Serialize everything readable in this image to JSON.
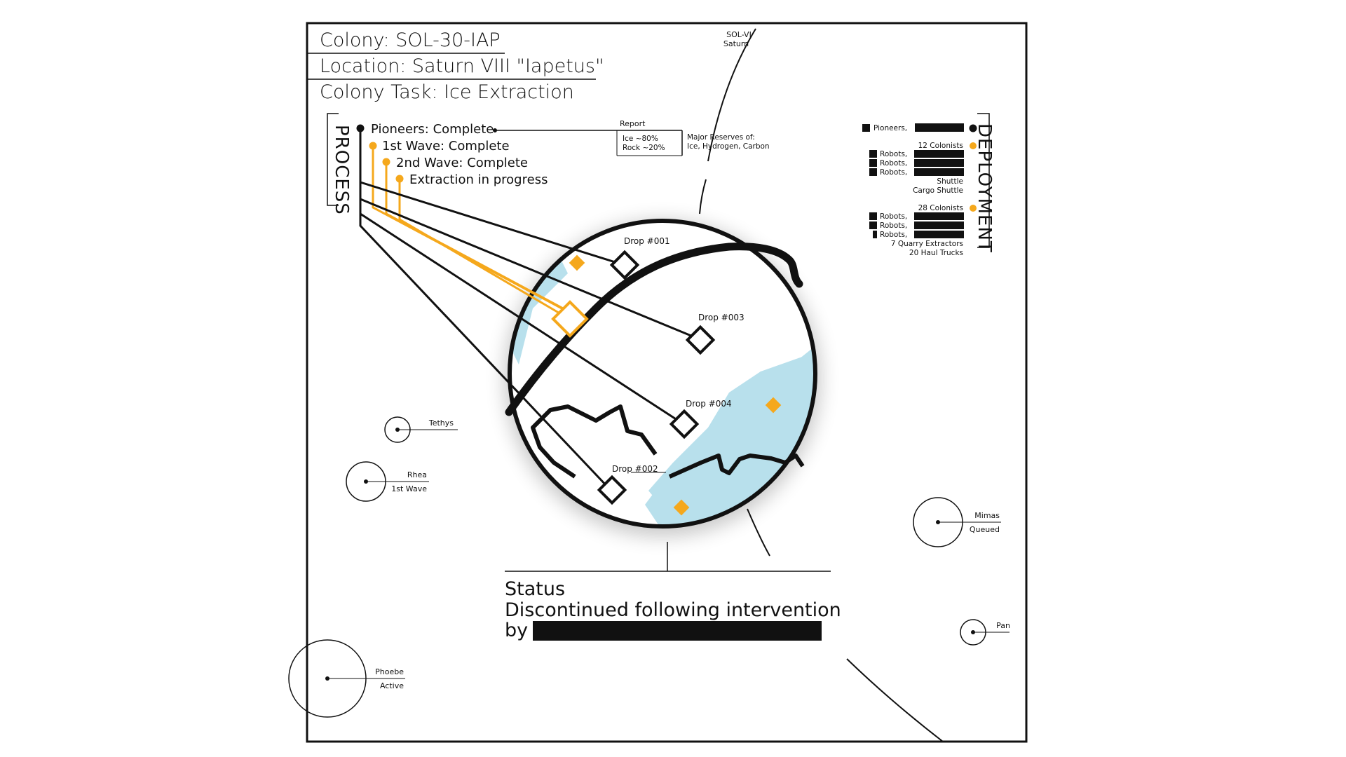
{
  "colors": {
    "accent": "#f5a81c",
    "ice": "#b8e0ec",
    "ink": "#111111",
    "background": "#ffffff"
  },
  "header": {
    "colony": "Colony: SOL-30-IAP",
    "location": "Location: Saturn VIII \"Iapetus\"",
    "task": "Colony Task: Ice Extraction"
  },
  "process": {
    "title": "PROCESS",
    "steps": [
      "Pioneers: Complete",
      "1st Wave: Complete",
      "2nd Wave: Complete",
      "Extraction in progress"
    ]
  },
  "report": {
    "title": "Report",
    "ice": "Ice      ~80%",
    "rock": "Rock   ~20%",
    "reserves_line1": "Major Reserves of:",
    "reserves_line2": "Ice, Hydrogen, Carbon"
  },
  "saturn": {
    "line1": "SOL-VI",
    "line2": "Saturn"
  },
  "deployment": {
    "title": "DEPLOYMENT",
    "pioneers": "Pioneers,",
    "wave1_colonists": "12 Colonists",
    "robots": "Robots,",
    "shuttle": "Shuttle",
    "cargo_shuttle": "Cargo Shuttle",
    "wave2_colonists": "28 Colonists",
    "quarry": "7 Quarry Extractors",
    "haul": "20 Haul Trucks"
  },
  "drops": {
    "d1": "Drop #001",
    "d2": "Drop #002",
    "d3": "Drop #003",
    "d4": "Drop #004"
  },
  "moons": {
    "tethys": "Tethys",
    "rhea": "Rhea",
    "rhea_status": "1st Wave",
    "mimas": "Mimas",
    "mimas_status": "Queued",
    "pan": "Pan",
    "phoebe": "Phoebe",
    "phoebe_status": "Active"
  },
  "status": {
    "label": "Status",
    "line1": "Discontinued following intervention",
    "line2": "by"
  }
}
